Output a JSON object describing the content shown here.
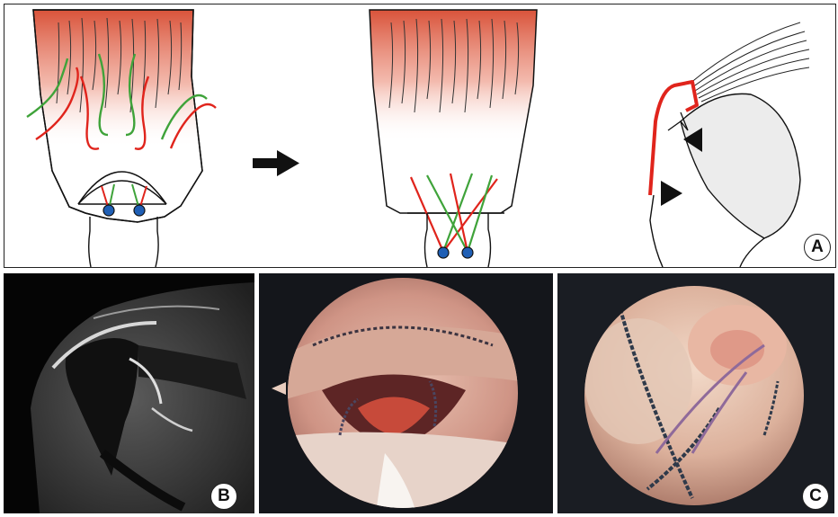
{
  "figure": {
    "top_panel": {
      "label": "A",
      "diagram_1": "anchor-suture-diagram-before",
      "arrow": "right-arrow-icon",
      "diagram_2": "anchor-suture-diagram-after",
      "diagram_3": "humeral-head-lateral-view"
    },
    "bottom_left": {
      "label": "B"
    },
    "bottom_right": {
      "label": "C"
    }
  },
  "colors": {
    "tendon_top": "#d9533a",
    "suture_red": "#e0241c",
    "suture_green": "#3fa33a",
    "anchor_blue": "#1f5fb5",
    "outline": "#111111",
    "humeral_fill": "#ececec"
  }
}
